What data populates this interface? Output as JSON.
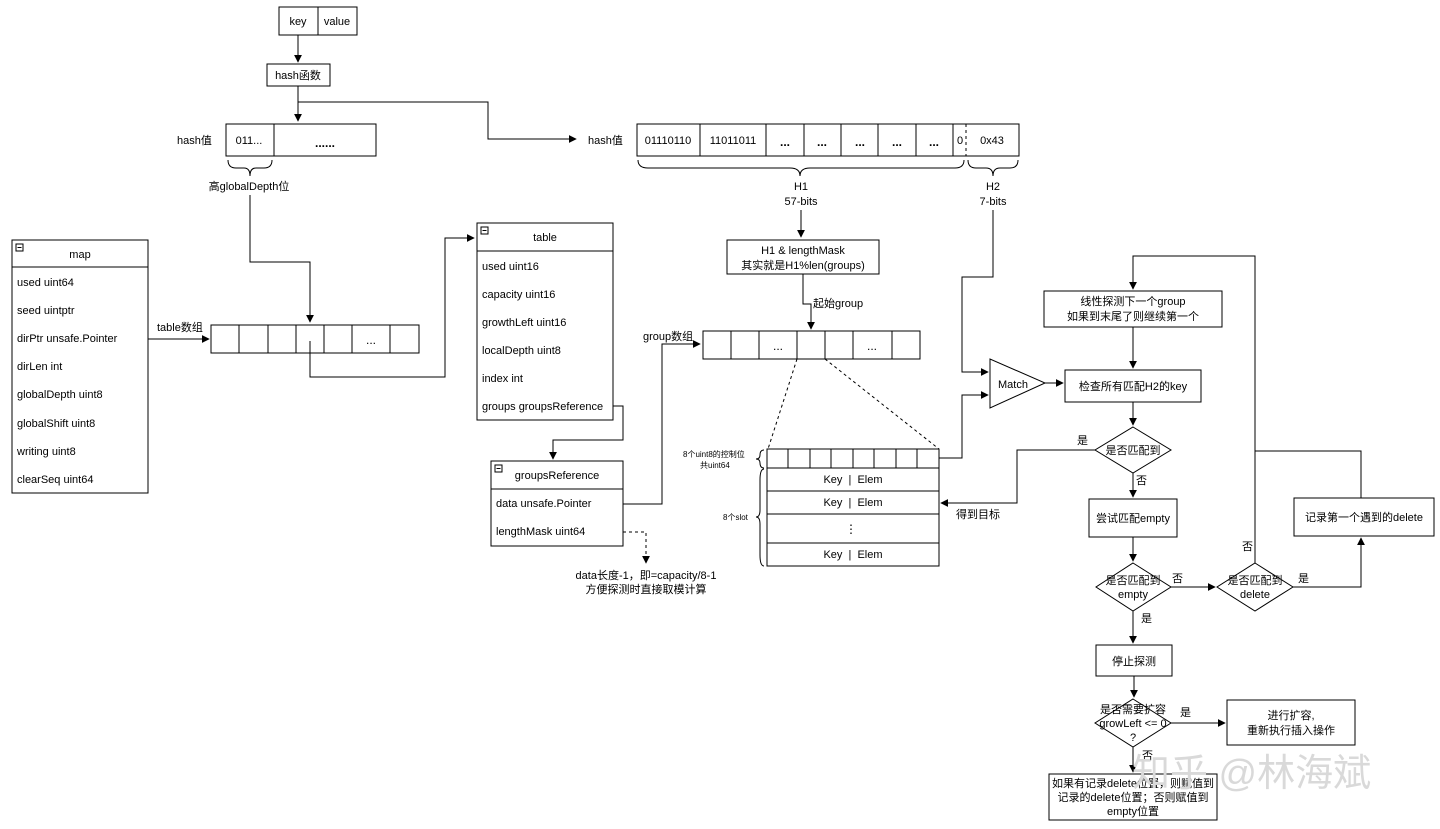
{
  "kv": {
    "key": "key",
    "value": "value"
  },
  "hash_func": "hash函数",
  "hash_left": {
    "label": "hash值",
    "prefix": "011...",
    "rest": "......",
    "brace_label": "高globalDepth位"
  },
  "hash_right": {
    "label": "hash值",
    "cells": [
      "01110110",
      "11011011",
      "...",
      "...",
      "...",
      "...",
      "..."
    ],
    "zero": "0",
    "h2_cell": "0x43",
    "h1_label": "H1",
    "h1_bits": "57-bits",
    "h2_label": "H2",
    "h2_bits": "7-bits"
  },
  "map": {
    "title": "map",
    "fields": [
      "used uint64",
      "seed uintptr",
      "dirPtr unsafe.Pointer",
      "dirLen int",
      "globalDepth uint8",
      "globalShift uint8",
      "writing uint8",
      "clearSeq uint64"
    ]
  },
  "table_array": {
    "label": "table数组",
    "ellipsis": "..."
  },
  "table": {
    "title": "table",
    "fields": [
      "used uint16",
      "capacity uint16",
      "growthLeft uint16",
      "localDepth uint8",
      "index int",
      "groups groupsReference"
    ]
  },
  "groups_ref": {
    "title": "groupsReference",
    "fields": [
      "data unsafe.Pointer",
      "lengthMask uint64"
    ],
    "note_line1": "data长度-1，即=capacity/8-1",
    "note_line2": "方便探测时直接取模计算"
  },
  "h1_mask": {
    "line1": "H1 & lengthMask",
    "line2": "其实就是H1%len(groups)"
  },
  "start_group": "起始group",
  "group_array": {
    "label": "group数组",
    "ellipsis": "..."
  },
  "group": {
    "ctrl_label_1": "8个uint8的控制位",
    "ctrl_label_2": "共uint64",
    "slot_label": "8个slot",
    "rows": [
      "Key  |  Elem",
      "Key  |  Elem",
      "Key  |  Elem"
    ],
    "vdots": "⋮"
  },
  "flow": {
    "linear_probe_1": "线性探测下一个group",
    "linear_probe_2": "如果到末尾了则继续第一个",
    "match": "Match",
    "check_h2": "检查所有匹配H2的key",
    "is_match": "是否匹配到",
    "yes": "是",
    "no": "否",
    "got_target": "得到目标",
    "try_empty": "尝试匹配empty",
    "is_empty_1": "是否匹配到",
    "is_empty_2": "empty",
    "is_delete_1": "是否匹配到",
    "is_delete_2": "delete",
    "record_delete": "记录第一个遇到的delete",
    "stop_probe": "停止探测",
    "need_grow_1": "是否需要扩容",
    "need_grow_2": "growLeft <= 0",
    "need_grow_3": "?",
    "grow_1": "进行扩容,",
    "grow_2": "重新执行插入操作",
    "assign_1": "如果有记录delete位置，则赋值到",
    "assign_2": "记录的delete位置；否则赋值到",
    "assign_3": "empty位置"
  },
  "watermark": "知乎 @林海斌"
}
